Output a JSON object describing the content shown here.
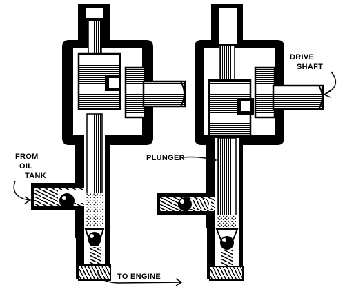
{
  "labels": {
    "from_oil_tank_1": "FROM",
    "from_oil_tank_2": "OIL",
    "from_oil_tank_3": "TANK",
    "plunger": "PLUNGER",
    "drive_shaft_1": "DRIVE",
    "drive_shaft_2": "SHAFT",
    "to_engine": "TO ENGINE"
  },
  "colors": {
    "ink": "#000000",
    "paper": "#ffffff"
  }
}
